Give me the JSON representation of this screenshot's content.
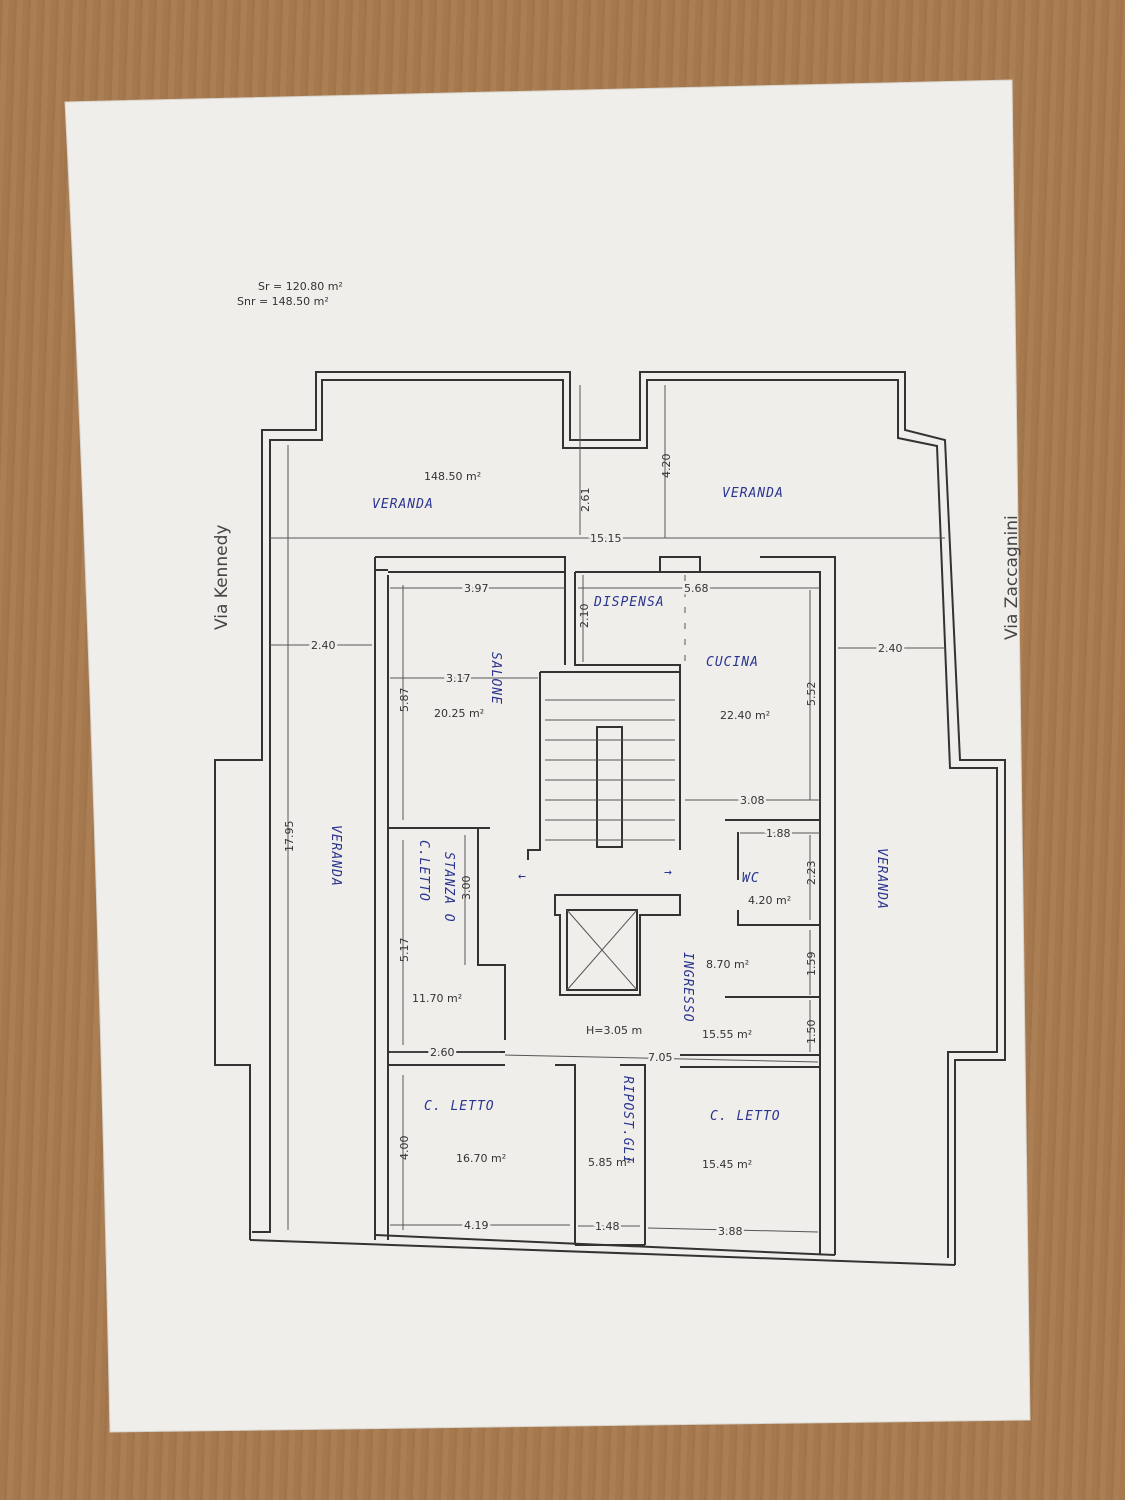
{
  "header": {
    "sr": "Sr = 120.80 m²",
    "snr": "Snr = 148.50 m²"
  },
  "streets": {
    "left": "Via Kennedy",
    "right": "Via Zaccagnini"
  },
  "verandas": {
    "area": "148.50 m²",
    "label": "VERANDA"
  },
  "dimensions": {
    "d261": "2.61",
    "d420": "4.20",
    "d1515": "15.15",
    "d397": "3.97",
    "d568": "5.68",
    "d210": "2.10",
    "d240l": "2.40",
    "d240r": "2.40",
    "d317": "3.17",
    "d587": "5.87",
    "d552": "5.52",
    "d308": "3.08",
    "d188": "1.88",
    "d223": "2.23",
    "d1795": "17.95",
    "d300": "3.00",
    "d517": "5.17",
    "d159": "1.59",
    "d150": "1.50",
    "d260": "2.60",
    "d705": "7.05",
    "d400": "4.00",
    "d419": "4.19",
    "d148": "1.48",
    "d388": "3.88"
  },
  "rooms": {
    "salone": {
      "label": "SALONE",
      "area": "20.25 m²"
    },
    "cucina": {
      "label": "CUCINA",
      "area": "22.40 m²"
    },
    "dispensa": {
      "label": "DISPENSA"
    },
    "wc": {
      "label": "WC",
      "area": "4.20 m²"
    },
    "ingresso": {
      "label": "INGRESSO",
      "area": "8.70 m²"
    },
    "stanza": {
      "label1": "STANZA O",
      "label2": "C.LETTO",
      "area": "11.70 m²"
    },
    "corridor": {
      "height": "H=3.05 m",
      "area": "15.55 m²"
    },
    "letto1": {
      "label": "C. LETTO",
      "area": "16.70 m²"
    },
    "ripostiglio": {
      "label": "RIPOST.GLI",
      "area": "5.85 m²"
    },
    "letto2": {
      "label": "C. LETTO",
      "area": "15.45 m²"
    }
  }
}
